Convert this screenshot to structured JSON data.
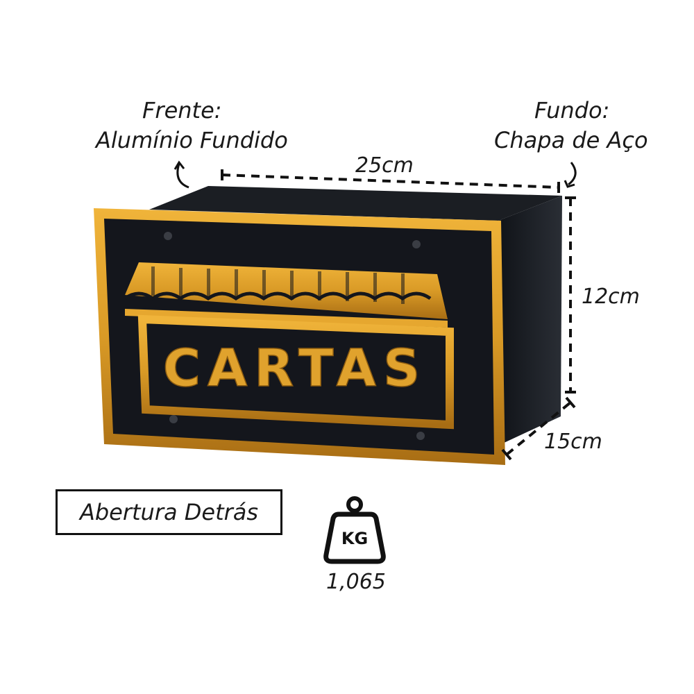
{
  "labels": {
    "front_title": "Frente:",
    "front_material": "Alumínio Fundido",
    "back_title": "Fundo:",
    "back_material": "Chapa de Aço",
    "width": "25cm",
    "height": "12cm",
    "depth": "15cm",
    "opening": "Abertura Detrás",
    "weight_unit": "KG",
    "weight_value": "1,065"
  },
  "plate_text": "CARTAS",
  "colors": {
    "gold": "#d99a26",
    "box_black": "#1c1f24",
    "plate_black": "#14161c"
  },
  "icons": [
    "curved-arrow-icon",
    "weight-icon"
  ]
}
